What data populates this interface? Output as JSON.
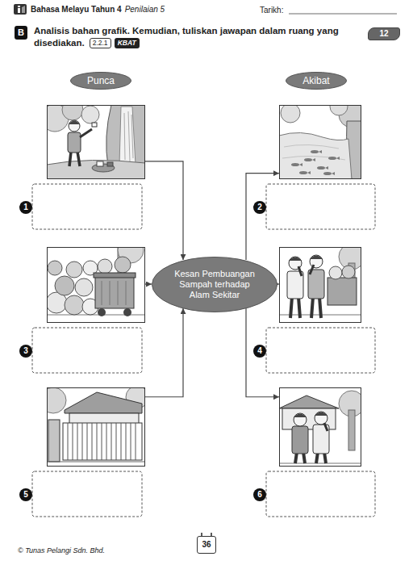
{
  "diagram": {
    "nodes": [
      {
        "text": [
          "B"
        ]
      },
      {
        "text": [
          "2.2.1"
        ]
      },
      {
        "text": [
          "KBAT"
        ]
      },
      {
        "text": [
          "12"
        ]
      },
      {
        "text": [
          "Punca"
        ]
      },
      {
        "text": [
          "Akibat"
        ]
      },
      {
        "text": [
          "1"
        ]
      },
      {
        "text": [
          "2"
        ]
      },
      {
        "text": [
          "3"
        ]
      },
      {
        "text": [
          "Kesan Pembuangan Sampah terhadap Alam Sekitar"
        ]
      },
      {
        "text": [
          "4"
        ]
      },
      {
        "text": [
          "5"
        ]
      },
      {
        "text": [
          "6"
        ]
      },
      {
        "text": [
          "36"
        ]
      }
    ],
    "edges": [
      {
        "from": 6,
        "to": 9,
        "arrow": "to"
      },
      {
        "from": 8,
        "to": 9,
        "arrow": "to"
      },
      {
        "from": 11,
        "to": 9,
        "arrow": "to"
      },
      {
        "from": 9,
        "to": 7,
        "arrow": "to"
      },
      {
        "from": 9,
        "to": 10,
        "arrow": "to"
      },
      {
        "from": 9,
        "to": 12,
        "arrow": "to"
      }
    ],
    "labels": [
      "Bahasa Melayu Tahun 4",
      "Penilaian 5",
      "Tarikh:",
      "Analisis bahan grafik. Kemudian, tuliskan jawapan dalam ruang yang disediakan.",
      "© Tunas Pelangi Sdn. Bhd."
    ]
  }
}
